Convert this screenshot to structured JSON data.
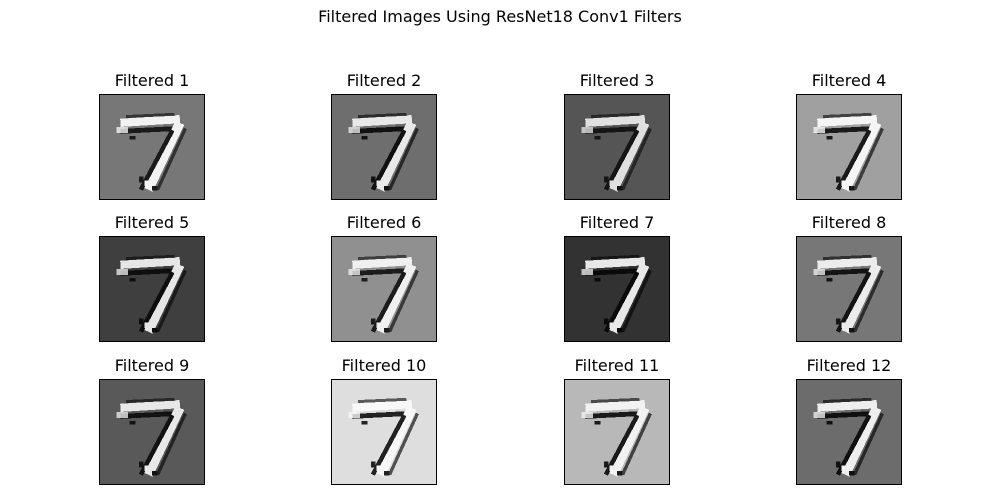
{
  "figure": {
    "title": "Filtered Images Using ResNet18 Conv1 Filters"
  },
  "panels": [
    {
      "title": "Filtered 1",
      "background": "#777777",
      "stroke_light": "#f2f2f2",
      "stroke_dark": "#1a1a1a"
    },
    {
      "title": "Filtered 2",
      "background": "#6e6e6e",
      "stroke_light": "#e8e8e8",
      "stroke_dark": "#111111"
    },
    {
      "title": "Filtered 3",
      "background": "#555555",
      "stroke_light": "#e0e0e0",
      "stroke_dark": "#151515"
    },
    {
      "title": "Filtered 4",
      "background": "#a0a0a0",
      "stroke_light": "#f5f5f5",
      "stroke_dark": "#1a1a1a"
    },
    {
      "title": "Filtered 5",
      "background": "#3f3f3f",
      "stroke_light": "#e6e6e6",
      "stroke_dark": "#0e0e0e"
    },
    {
      "title": "Filtered 6",
      "background": "#909090",
      "stroke_light": "#f0f0f0",
      "stroke_dark": "#1c1c1c"
    },
    {
      "title": "Filtered 7",
      "background": "#323232",
      "stroke_light": "#e8e8e8",
      "stroke_dark": "#0a0a0a"
    },
    {
      "title": "Filtered 8",
      "background": "#777777",
      "stroke_light": "#ececec",
      "stroke_dark": "#141414"
    },
    {
      "title": "Filtered 9",
      "background": "#595959",
      "stroke_light": "#e8e8e8",
      "stroke_dark": "#121212"
    },
    {
      "title": "Filtered 10",
      "background": "#dedede",
      "stroke_light": "#f8f8f8",
      "stroke_dark": "#222222"
    },
    {
      "title": "Filtered 11",
      "background": "#b8b8b8",
      "stroke_light": "#f2f2f2",
      "stroke_dark": "#1a1a1a"
    },
    {
      "title": "Filtered 12",
      "background": "#6c6c6c",
      "stroke_light": "#eeeeee",
      "stroke_dark": "#101010"
    }
  ]
}
